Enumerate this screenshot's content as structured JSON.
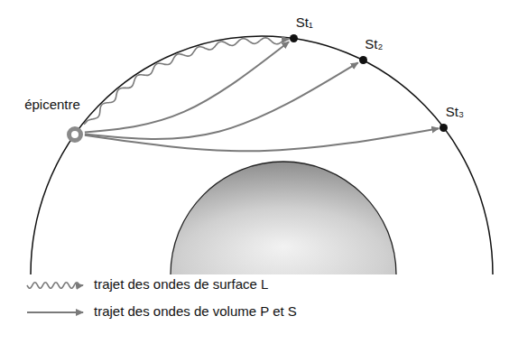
{
  "diagram": {
    "nodes": [
      {
        "text": [
          "épicentre"
        ]
      },
      {
        "text": [
          "St₁"
        ]
      },
      {
        "text": [
          "St₂"
        ]
      },
      {
        "text": [
          "St₃"
        ]
      }
    ],
    "edges": [
      {
        "from": 0,
        "to": 1,
        "arrow": "to"
      },
      {
        "from": 0,
        "to": 1,
        "arrow": "to"
      },
      {
        "from": 0,
        "to": 2,
        "arrow": "to"
      },
      {
        "from": 0,
        "to": 3,
        "arrow": "to"
      }
    ],
    "legend": [
      {
        "text": "trajet des ondes de surface L"
      },
      {
        "text": "trajet des ondes de volume P et S"
      }
    ]
  }
}
